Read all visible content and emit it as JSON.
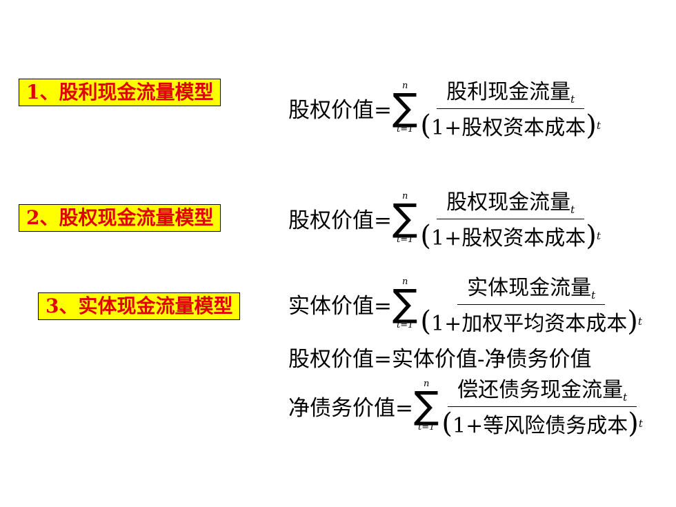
{
  "models": [
    {
      "label": "1、股利现金流量模型",
      "lhs": "股权价值=",
      "sum_upper": "n",
      "sum_lower": "t=1",
      "numerator": "股利现金流量",
      "numerator_sub": "t",
      "denominator": "1+股权资本成本",
      "exponent": "t"
    },
    {
      "label": "2、股权现金流量模型",
      "lhs": "股权价值=",
      "sum_upper": "n",
      "sum_lower": "t=1",
      "numerator": "股权现金流量",
      "numerator_sub": "t",
      "denominator": "1+股权资本成本",
      "exponent": "t"
    },
    {
      "label": "3、实体现金流量模型",
      "lhs": "实体价值=",
      "sum_upper": "n",
      "sum_lower": "t=1",
      "numerator": "实体现金流量",
      "numerator_sub": "t",
      "denominator": "1+加权平均资本成本",
      "exponent": "t"
    }
  ],
  "equity_line": "股权价值=实体价值-净债务价值",
  "debt_formula": {
    "lhs": "净债务价值=",
    "sum_upper": "n",
    "sum_lower": "t=1",
    "numerator": "偿还债务现金流量",
    "numerator_sub": "t",
    "denominator": "1+等风险债务成本",
    "exponent": "t"
  },
  "colors": {
    "label_bg": "#ffff00",
    "label_text": "#e00000"
  }
}
